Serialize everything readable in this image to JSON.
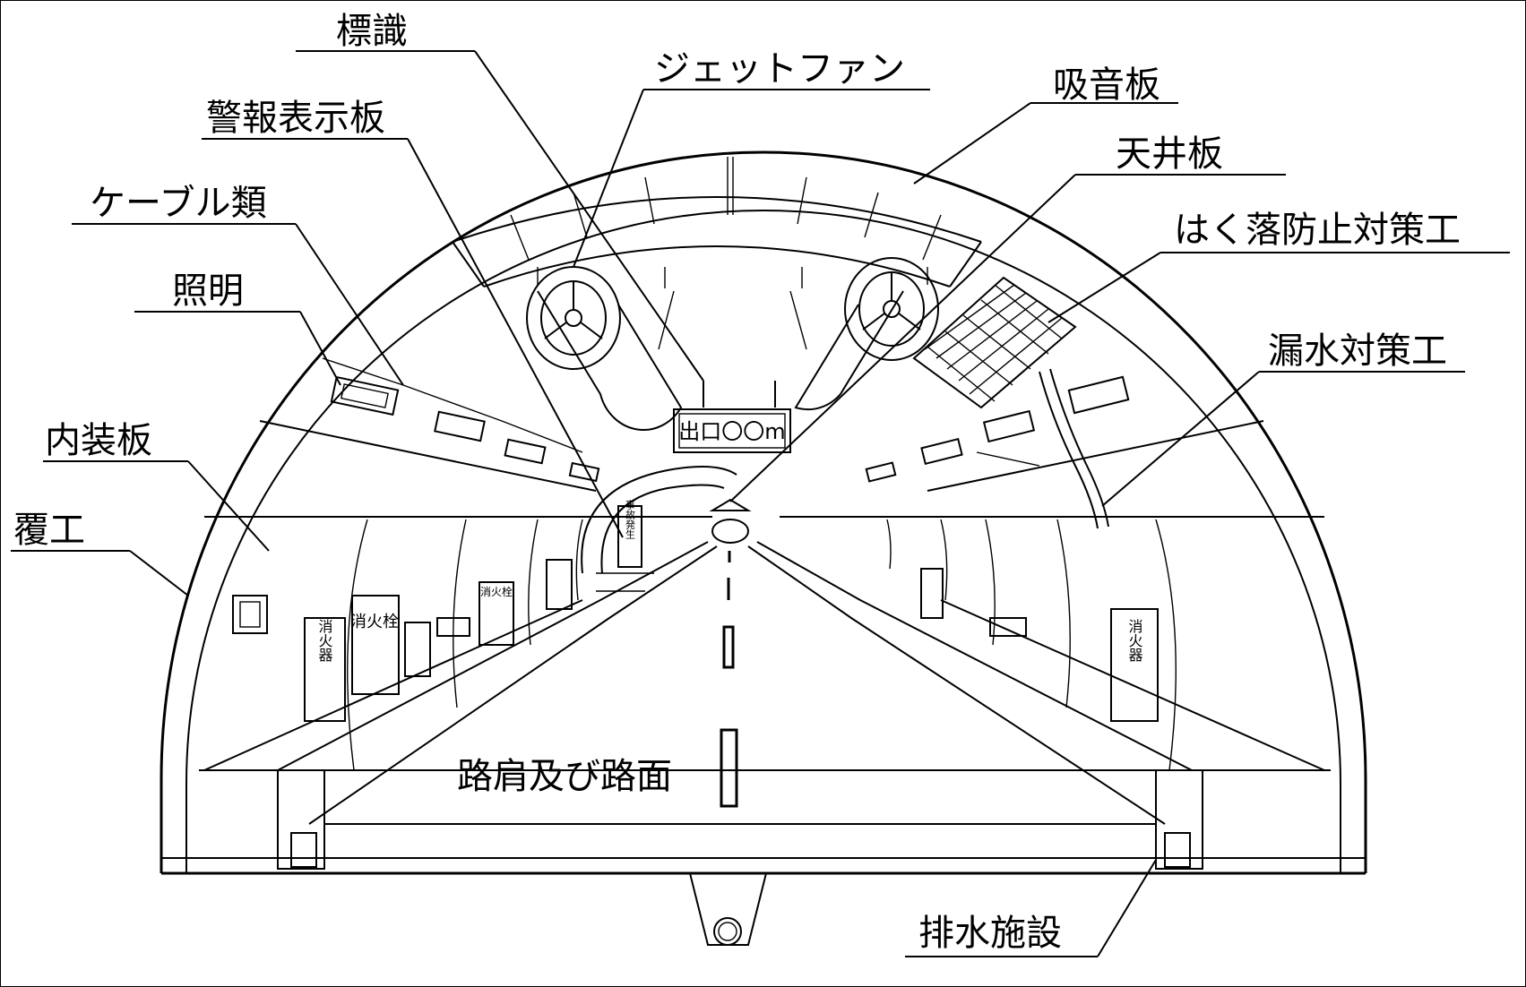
{
  "labels": {
    "hyoshiki": "標識",
    "jet_fan": "ジェットファン",
    "kyuon_ban": "吸音板",
    "keiho": "警報表示板",
    "tenjo": "天井板",
    "cable": "ケーブル類",
    "hakuraku": "はく落防止対策工",
    "shomei": "照明",
    "rosui": "漏水対策工",
    "naiso": "内装板",
    "fukko": "覆工",
    "rokata": "路肩及び路面",
    "haisui": "排水施設"
  },
  "signs": {
    "exit": "出口〇〇m",
    "accident": "事故発生",
    "hydrant": "消火栓",
    "extinguisher": "消火器"
  }
}
